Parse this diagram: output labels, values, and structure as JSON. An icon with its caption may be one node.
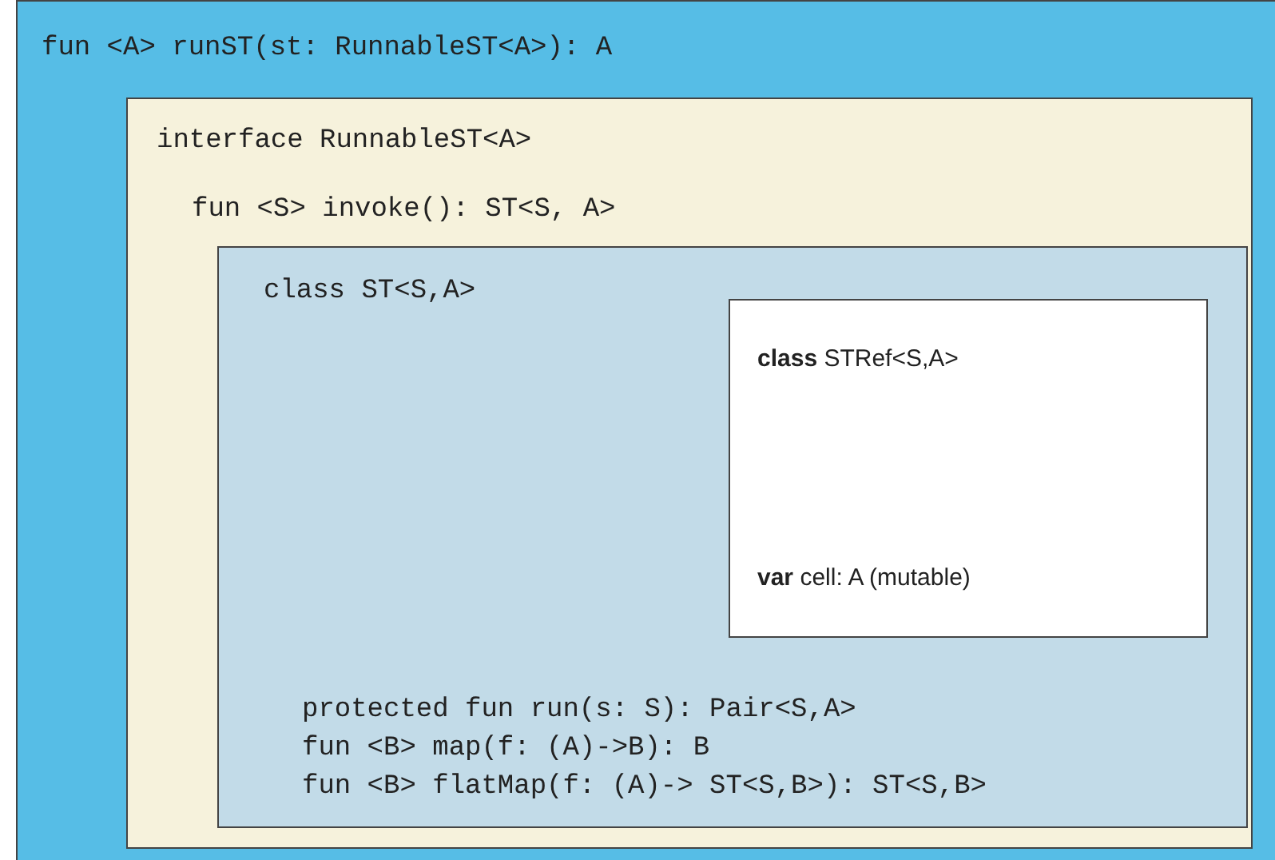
{
  "diagram": {
    "nodes": [
      {
        "text": [
          "fun <A> runST(st: RunnableST<A>): A"
        ]
      },
      {
        "text": [
          "interface RunnableST<A>",
          "fun <S> invoke(): ST<S, A>"
        ],
        "in": 0
      },
      {
        "text": [
          "class ST<S,A>",
          "protected fun run(s: S): Pair<S,A>",
          "fun <B> map(f: (A)->B): B",
          "fun <B> flatMap(f: (A)-> ST<S,B>): ST<S,B>"
        ],
        "in": 1
      },
      {
        "text": [
          "**class** STRef<S,A>",
          "**var** cell: A (mutable)"
        ],
        "in": 2
      }
    ]
  }
}
